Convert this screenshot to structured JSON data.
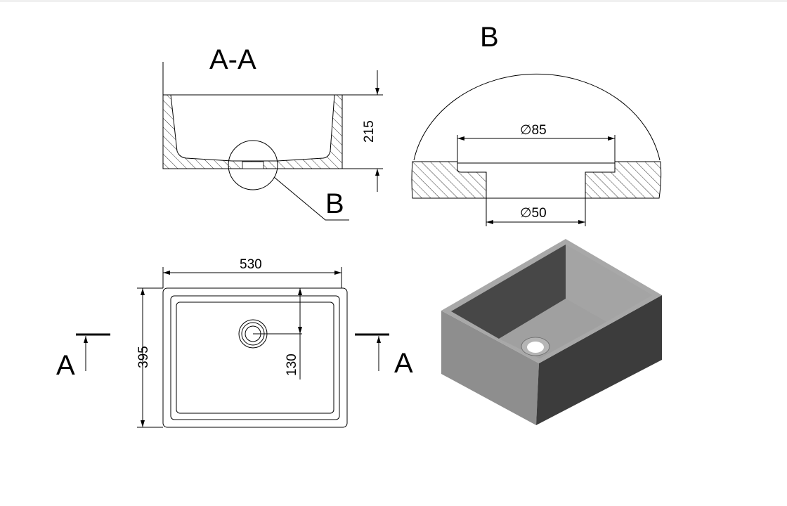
{
  "section_view": {
    "title": "A-A",
    "height_dim": "215",
    "detail_callout": "B"
  },
  "detail_view": {
    "title": "B",
    "outer_diameter": "∅85",
    "inner_diameter": "∅50"
  },
  "plan_view": {
    "width_dim": "530",
    "depth_dim": "395",
    "drain_offset_dim": "130",
    "section_mark_left": "A",
    "section_mark_right": "A"
  },
  "colors": {
    "line": "#000000",
    "body_light": "#9a9a9a",
    "body_dark": "#3c3c3c"
  }
}
